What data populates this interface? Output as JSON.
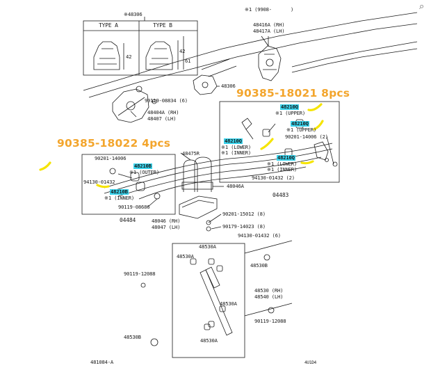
{
  "header": {
    "footnote": "※1 (9908-",
    "close_paren": ")"
  },
  "callouts": {
    "small_bushing": "90385-18022 4pcs",
    "large_bushing": "90385-18021 8pcs"
  },
  "type_box": {
    "ref": "※48306",
    "type_a": "TYPE A",
    "type_b": "TYPE B",
    "dim_a": "42",
    "dim_b": "42",
    "dim_b2": "61"
  },
  "labels": {
    "p48416A": "48416A (RH)",
    "p48417A": "48417A (LH)",
    "p48306": "48306",
    "p90119_08834": "90119-08834 (6)",
    "p48404A": "48404A (RH)",
    "p48407": "48407  (LH)",
    "p48475R": "48475R",
    "p48046A": "48046A",
    "p04484": "04484",
    "p04483": "04483",
    "p48046": "48046 (RH)",
    "p48047": "48047 (LH)",
    "p90201_15012": "90201-15012 (8)",
    "p90179_14023": "90179-14023 (8)",
    "p94130_01432_6": "94130-01432 (6)",
    "p90201_14006_2": "90201-14006 (2)",
    "p94130_01432_2": "94130-01432 (2)",
    "p90201_14006": "90201-14006",
    "p94130_01432": "94130-01432",
    "p90119_08686": "90119-08686",
    "p48530A_1": "48530A",
    "p48530A_2": "48530A",
    "p48530A_3": "48530A",
    "p48530A_4": "48530A",
    "p48530B_1": "48530B",
    "p48530B_2": "48530B",
    "p48530": "48530 (RH)",
    "p48540": "48540 (LH)",
    "p90119_12088_1": "90119-12088",
    "p90119_12088_2": "90119-12088",
    "p481084A": "481084-A",
    "code": "4U1D4"
  },
  "bushings": {
    "b48210Q_1": "48210Q",
    "b48210Q_1_note": "※1 (UPPER)",
    "b48210Q_2": "48210Q",
    "b48210Q_2_note": "※1 (UPPER)",
    "b48210Q_3": "48210Q",
    "b48210Q_3_note1": "※1 (LOWER)",
    "b48210Q_3_note2": "※1 (INNER)",
    "b48210Q_4": "48210Q",
    "b48210Q_4_note1": "※1 (LOWER)",
    "b48210Q_4_note2": "※1 (INNER)",
    "b48210B_1": "48210B",
    "b48210B_1_note": "※1 (OUTER)",
    "b48210B_2": "48210B",
    "b48210B_2_note": "※1 (INNER)"
  },
  "colors": {
    "highlight": "#38d3ec",
    "callout": "#f3a52c",
    "marker": "#f5e400",
    "line": "#1a1a1a"
  }
}
